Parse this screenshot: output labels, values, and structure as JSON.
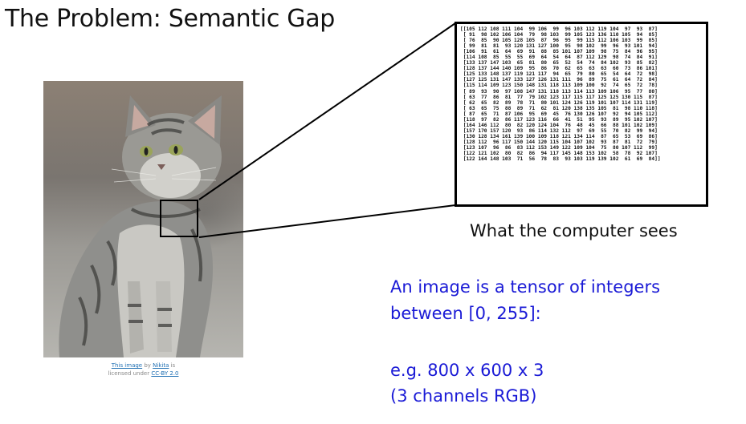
{
  "slide": {
    "title": "The Problem: Semantic Gap",
    "matrix_caption": "What the computer sees",
    "explanation": {
      "line1": "An image is a tensor of integers",
      "line2": "between [0, 255]:",
      "line3": "e.g. 800 x 600 x 3",
      "line4": "(3 channels RGB)"
    },
    "attribution": {
      "link1": "This image",
      "text1": " by ",
      "link2": "Nikita",
      "text2": " is",
      "text3": "licensed under ",
      "link3": "CC-BY 2.0"
    }
  },
  "pixel_matrix": [
    "[[105 112 108 111 104  99 106  99  96 103 112 119 104  97  93  87]",
    " [ 91  98 102 106 104  79  98 103  99 105 123 136 110 105  94  85]",
    " [ 76  85  90 105 128 105  87  96  95  99 115 112 106 103  99  85]",
    " [ 99  81  81  93 120 131 127 100  95  98 102  99  96  93 101  94]",
    " [106  91  61  64  69  91  88  85 101 107 109  98  75  84  96  95]",
    " [114 108  85  55  55  69  64  54  64  87 112 129  98  74  84  91]",
    " [133 137 147 103  65  81  80  65  52  54  74  84 102  93  85  82]",
    " [128 137 144 140 109  95  86  70  62  65  63  63  60  73  86 101]",
    " [125 133 148 137 119 121 117  94  65  79  80  65  54  64  72  98]",
    " [127 125 131 147 133 127 126 131 111  96  89  75  61  64  72  84]",
    " [115 114 109 123 150 148 131 118 113 109 100  92  74  65  72  78]",
    " [ 89  93  90  97 108 147 131 118 113 114 113 109 106  95  77  80]",
    " [ 63  77  86  81  77  79 102 123 117 115 117 125 125 130 115  87]",
    " [ 62  65  82  89  78  71  80 101 124 126 119 101 107 114 131 119]",
    " [ 63  65  75  88  89  71  62  81 120 138 135 105  81  98 110 118]",
    " [ 87  65  71  87 106  95  69  45  76 130 126 107  92  94 105 112]",
    " [118  97  82  86 117 123 116  66  41  51  95  93  89  95 102 107]",
    " [164 146 112  80  82 120 124 104  76  48  45  66  88 101 102 109]",
    " [157 170 157 120  93  86 114 132 112  97  69  55  70  82  99  94]",
    " [130 128 134 161 139 100 109 118 121 134 114  87  65  53  69  86]",
    " [128 112  96 117 150 144 120 115 104 107 102  93  87  81  72  79]",
    " [123 107  96  86  83 112 153 149 122 109 104  75  80 107 112  99]",
    " [122 121 102  80  82  86  94 117 145 148 153 102  58  78  92 107]",
    " [122 164 148 103  71  56  78  83  93 103 119 139 102  61  69  84]]"
  ]
}
